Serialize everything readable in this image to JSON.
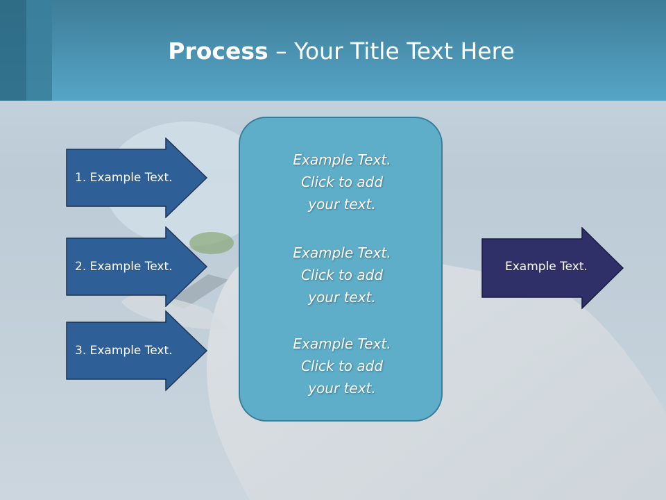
{
  "title": {
    "bold": "Process",
    "rest": " – Your Title Text Here"
  },
  "left_arrows": [
    {
      "label": "1. Example Text."
    },
    {
      "label": "2. Example Text."
    },
    {
      "label": "3. Example Text."
    }
  ],
  "center_items": [
    {
      "line1": "Example Text.",
      "line2": "Click  to add",
      "line3": "your text."
    },
    {
      "line1": "Example Text.",
      "line2": "Click  to add",
      "line3": "your text."
    },
    {
      "line1": "Example Text.",
      "line2": "Click  to add",
      "line3": "your text."
    }
  ],
  "right_arrow": {
    "label": "Example Text."
  },
  "colors": {
    "header": "#4b93b2",
    "left_arrow_fill": "#2f5f97",
    "right_arrow_fill": "#2f3068",
    "center_box_fill": "#5eadc9"
  }
}
